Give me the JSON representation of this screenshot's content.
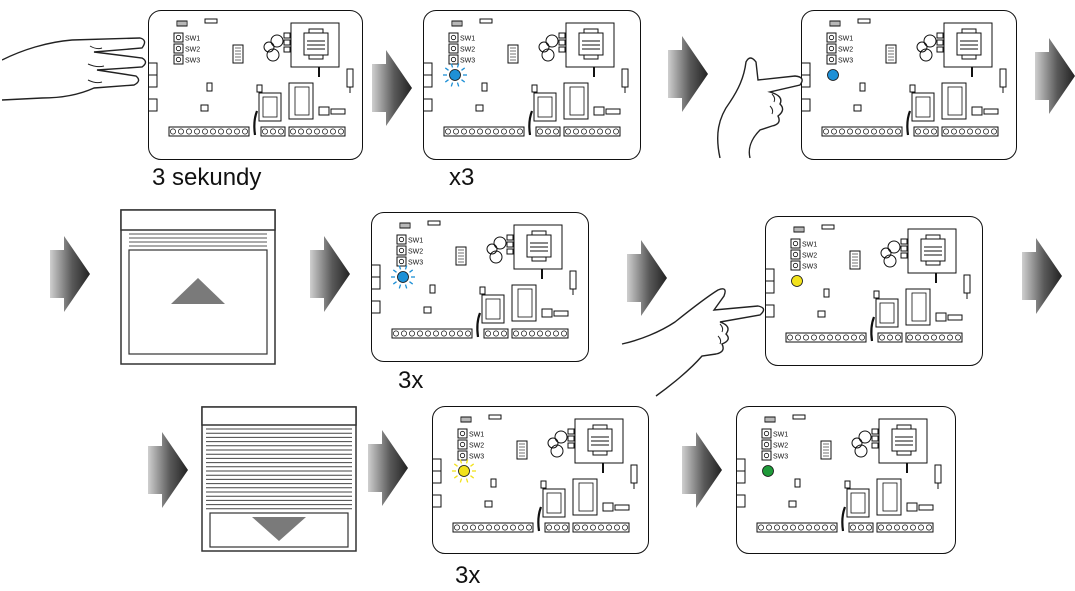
{
  "captions": {
    "hold_3s": "3 sekundy",
    "times3_top": "x3",
    "times3_mid": "3x",
    "times3_bottom": "3x"
  },
  "board_labels": {
    "sw1": "SW1",
    "sw2": "SW2",
    "sw3": "SW3"
  },
  "led_colors": {
    "blue": "#1e90d6",
    "yellow": "#f2e21c",
    "green": "#1f9a3a"
  },
  "steps": [
    {
      "id": "b1",
      "led": "none",
      "blink": false
    },
    {
      "id": "b2",
      "led": "blue",
      "blink": true
    },
    {
      "id": "b3",
      "led": "blue",
      "blink": false
    },
    {
      "id": "b4",
      "led": "blue",
      "blink": true
    },
    {
      "id": "b5",
      "led": "yellow",
      "blink": false
    },
    {
      "id": "b6",
      "led": "yellow",
      "blink": true
    },
    {
      "id": "b7",
      "led": "green",
      "blink": false
    }
  ],
  "blinds": [
    {
      "id": "blind-up",
      "direction": "up"
    },
    {
      "id": "blind-down",
      "direction": "down"
    }
  ]
}
